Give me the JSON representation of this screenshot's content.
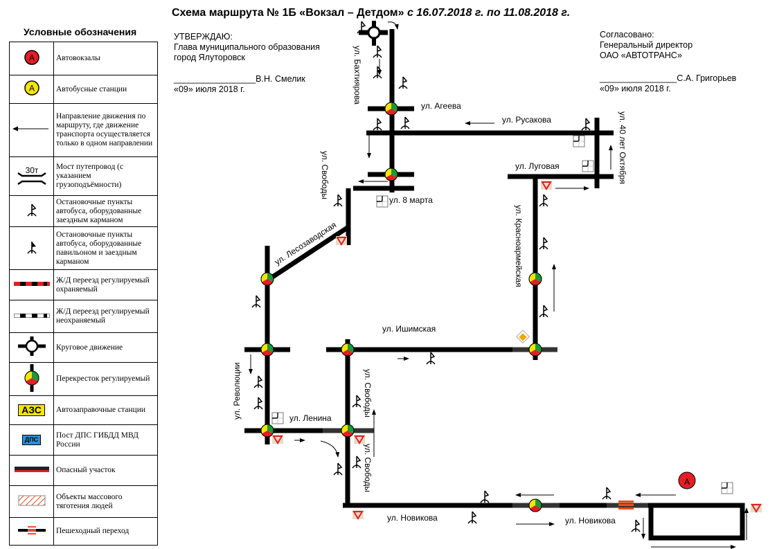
{
  "title": {
    "prefix": "Схема маршрута  № 1Б «Вокзал – Детдом»",
    "period": "с 16.07.2018  г. по 11.08.2018  г."
  },
  "legend": {
    "title": "Условные обозначения",
    "items": [
      {
        "icon": "bus-terminal-icon",
        "label": "Автовокзалы"
      },
      {
        "icon": "bus-station-icon",
        "label": "Автобусные станции"
      },
      {
        "icon": "one-way-arrow-icon",
        "label": "Направление движения по маршруту, где движение транспорта осуществляется только в одном направлении"
      },
      {
        "icon": "bridge-icon",
        "label": "Мост путепровод (с указанием грузоподъёмности)",
        "icon_text": "30т"
      },
      {
        "icon": "bus-stop-pocket-icon",
        "label": "Остановочные пункты автобуса, оборудованные заездным карманом"
      },
      {
        "icon": "bus-stop-pavilion-icon",
        "label": "Остановочные пункты автобуса, оборудованные павильоном и заездным карманом"
      },
      {
        "icon": "rail-crossing-guarded-icon",
        "label": "Ж/Д переезд регулируемый охраняемый"
      },
      {
        "icon": "rail-crossing-unguarded-icon",
        "label": "Ж/Д переезд регулируемый неохраняемый"
      },
      {
        "icon": "roundabout-icon",
        "label": "Круговое движение"
      },
      {
        "icon": "traffic-light-icon",
        "label": "Перекресток регулируемый"
      },
      {
        "icon": "gas-station-icon",
        "label": "Автозаправочные станции",
        "icon_text": "АЗС"
      },
      {
        "icon": "police-post-icon",
        "label": "Пост ДПС ГИБДД МВД России",
        "icon_text": "ДПС"
      },
      {
        "icon": "danger-zone-icon",
        "label": "Опасный  участок"
      },
      {
        "icon": "mass-gathering-icon",
        "label": "Объекты массового тяготения людей"
      },
      {
        "icon": "pedestrian-crossing-icon",
        "label": "Пешеходный  переход"
      }
    ]
  },
  "approved": {
    "line1": "УТВЕРЖДАЮ:",
    "line2": "Глава муниципального  образования",
    "line3": "город Ялуторовск",
    "sign": "_________________В.Н.  Смелик",
    "date": "«09» июля 2018 г."
  },
  "agreed": {
    "line1": "Согласовано:",
    "line2": "Генеральный  директор",
    "line3": "ОАО «АВТОТРАНС»",
    "sign": "________________С.А.  Григорьев",
    "date": "«09» июля 2018 г."
  },
  "streets": {
    "bakhtiyarova": "ул. Бахтиярова",
    "ageeva": "ул.  Агеева",
    "rusakova": "ул.  Русакова",
    "oktyabrya": "ул. 40 лет Октября",
    "lugovaya": "ул.  Луговая",
    "svobody1": "ул. Свободы",
    "marta": "ул. 8 марта",
    "krasnoarm": "ул. Красноармейская",
    "lesozav": "ул. Лесозаводская",
    "ishimskaya": "ул.  Ишимская",
    "revolyutsii": "ул. Революции",
    "lenina": "ул.  Ленина",
    "svobody2": "ул. Свободы",
    "svobody3": "ул. Свободы",
    "novikova1": "ул.  Новикова",
    "novikova2": "ул.  Новикова"
  },
  "map_markers": {
    "terminal": "А"
  },
  "colors": {
    "red": "#e31e24",
    "yellow": "#f5e600",
    "green": "#1a9a3a",
    "road": "#000000",
    "crossing": "#e8501e"
  }
}
